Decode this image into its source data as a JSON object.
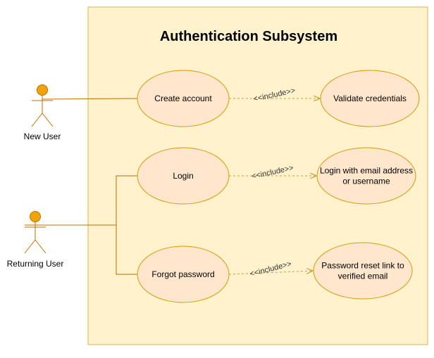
{
  "colors": {
    "boundary_fill": "#fff2cc",
    "boundary_stroke": "#d6b656",
    "ellipse_fill": "#ffe6cc",
    "ellipse_stroke": "#d79b00",
    "actor_head_fill": "#f0a30a",
    "actor_stroke": "#bd7000",
    "line_color": "#bd7000",
    "dashed_color": "#c8a030",
    "text": "#000000"
  },
  "system": {
    "title": "Authentication Subsystem"
  },
  "actors": [
    {
      "id": "new_user",
      "label": "New User"
    },
    {
      "id": "returning_user",
      "label": "Returning User"
    }
  ],
  "use_cases": [
    {
      "id": "create_account",
      "lines": [
        "Create account"
      ]
    },
    {
      "id": "validate_credentials",
      "lines": [
        "Validate credentials"
      ]
    },
    {
      "id": "login",
      "lines": [
        "Login"
      ]
    },
    {
      "id": "login_with",
      "lines": [
        "Login with email address",
        "or username"
      ]
    },
    {
      "id": "forgot_password",
      "lines": [
        "Forgot password"
      ]
    },
    {
      "id": "reset_link",
      "lines": [
        "Password reset link to",
        "verified email"
      ]
    }
  ],
  "include_label": "<<include>>",
  "associations": [
    {
      "actor": "new_user",
      "use_case": "create_account"
    },
    {
      "actor": "returning_user",
      "use_case": "login"
    },
    {
      "actor": "returning_user",
      "use_case": "forgot_password"
    }
  ],
  "includes": [
    {
      "from": "create_account",
      "to": "validate_credentials"
    },
    {
      "from": "login",
      "to": "login_with"
    },
    {
      "from": "forgot_password",
      "to": "reset_link"
    }
  ]
}
